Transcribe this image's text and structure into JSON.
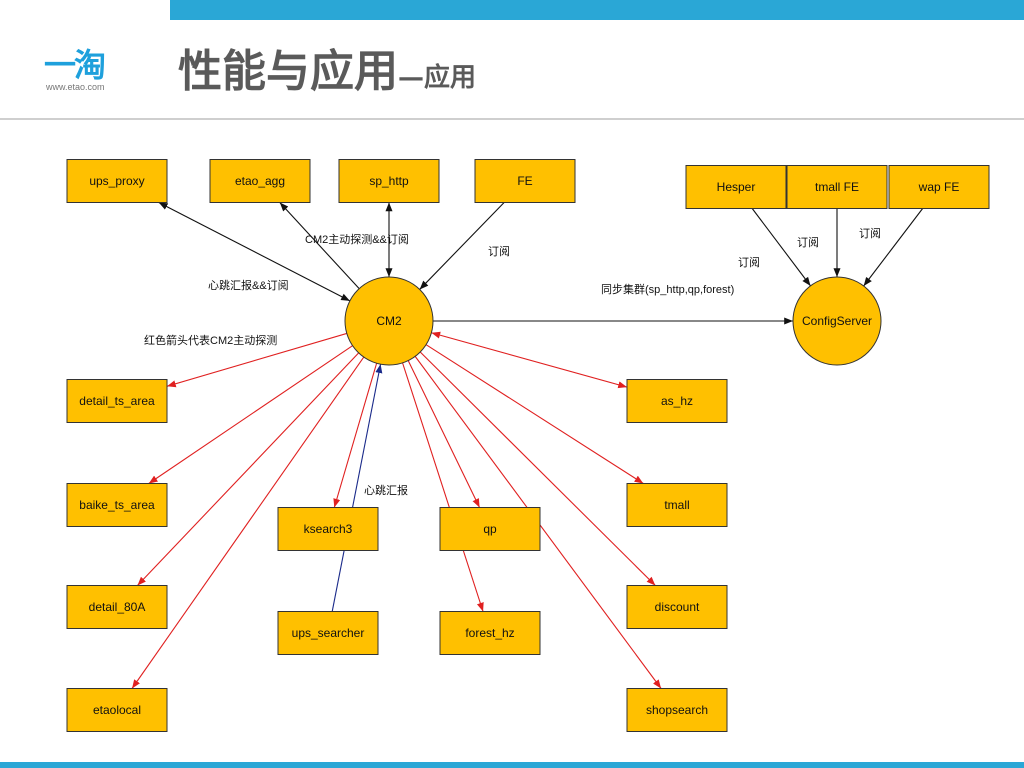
{
  "header": {
    "logo_text": "一淘",
    "logo_url": "www.etao.com",
    "title": "性能与应用",
    "subtitle": "—应用"
  },
  "colors": {
    "accent": "#2aa7d6",
    "node_fill": "#ffc000",
    "red_arrow": "#e02020",
    "blue_arrow": "#1a2a8a"
  },
  "nodes": [
    {
      "id": "ups_proxy",
      "label": "ups_proxy",
      "shape": "box"
    },
    {
      "id": "etao_agg",
      "label": "etao_agg",
      "shape": "box"
    },
    {
      "id": "sp_http",
      "label": "sp_http",
      "shape": "box"
    },
    {
      "id": "fe",
      "label": "FE",
      "shape": "box"
    },
    {
      "id": "hesper",
      "label": "Hesper",
      "shape": "box"
    },
    {
      "id": "tmall_fe",
      "label": "tmall FE",
      "shape": "box"
    },
    {
      "id": "wap_fe",
      "label": "wap FE",
      "shape": "box"
    },
    {
      "id": "cm2",
      "label": "CM2",
      "shape": "circle"
    },
    {
      "id": "configserver",
      "label": "ConfigServer",
      "shape": "circle"
    },
    {
      "id": "detail_ts_area",
      "label": "detail_ts_area",
      "shape": "box"
    },
    {
      "id": "baike_ts_area",
      "label": "baike_ts_area",
      "shape": "box"
    },
    {
      "id": "detail_80a",
      "label": "detail_80A",
      "shape": "box"
    },
    {
      "id": "etaolocal",
      "label": "etaolocal",
      "shape": "box"
    },
    {
      "id": "ksearch3",
      "label": "ksearch3",
      "shape": "box"
    },
    {
      "id": "ups_searcher",
      "label": "ups_searcher",
      "shape": "box"
    },
    {
      "id": "qp",
      "label": "qp",
      "shape": "box"
    },
    {
      "id": "forest_hz",
      "label": "forest_hz",
      "shape": "box"
    },
    {
      "id": "as_hz",
      "label": "as_hz",
      "shape": "box"
    },
    {
      "id": "tmall",
      "label": "tmall",
      "shape": "box"
    },
    {
      "id": "discount",
      "label": "discount",
      "shape": "box"
    },
    {
      "id": "shopsearch",
      "label": "shopsearch",
      "shape": "box"
    }
  ],
  "edges": [
    {
      "from": "cm2",
      "to": "ups_proxy",
      "color": "black",
      "bidirectional": true
    },
    {
      "from": "cm2",
      "to": "etao_agg",
      "color": "black"
    },
    {
      "from": "cm2",
      "to": "sp_http",
      "color": "black",
      "bidirectional": true
    },
    {
      "from": "fe",
      "to": "cm2",
      "color": "black"
    },
    {
      "from": "cm2",
      "to": "configserver",
      "color": "black"
    },
    {
      "from": "hesper",
      "to": "configserver",
      "color": "black"
    },
    {
      "from": "tmall_fe",
      "to": "configserver",
      "color": "black"
    },
    {
      "from": "wap_fe",
      "to": "configserver",
      "color": "black"
    },
    {
      "from": "cm2",
      "to": "detail_ts_area",
      "color": "red"
    },
    {
      "from": "cm2",
      "to": "baike_ts_area",
      "color": "red"
    },
    {
      "from": "cm2",
      "to": "detail_80a",
      "color": "red"
    },
    {
      "from": "cm2",
      "to": "etaolocal",
      "color": "red"
    },
    {
      "from": "cm2",
      "to": "ksearch3",
      "color": "red"
    },
    {
      "from": "cm2",
      "to": "qp",
      "color": "red"
    },
    {
      "from": "cm2",
      "to": "forest_hz",
      "color": "red"
    },
    {
      "from": "cm2",
      "to": "as_hz",
      "color": "red",
      "bidirectional": true
    },
    {
      "from": "cm2",
      "to": "tmall",
      "color": "red"
    },
    {
      "from": "cm2",
      "to": "discount",
      "color": "red"
    },
    {
      "from": "cm2",
      "to": "shopsearch",
      "color": "red"
    },
    {
      "from": "ups_searcher",
      "to": "cm2",
      "color": "blue"
    }
  ],
  "labels": [
    {
      "id": "cm2_probe_subscribe",
      "text": "CM2主动探测&&订阅"
    },
    {
      "id": "fe_subscribe",
      "text": "订阅"
    },
    {
      "id": "heartbeat_subscribe",
      "text": "心跳汇报&&订阅"
    },
    {
      "id": "sync_cluster",
      "text": "同步集群(sp_http,qp,forest)"
    },
    {
      "id": "hesper_subscribe",
      "text": "订阅"
    },
    {
      "id": "tmallfe_subscribe",
      "text": "订阅"
    },
    {
      "id": "wapfe_subscribe",
      "text": "订阅"
    },
    {
      "id": "red_legend",
      "text": "红色箭头代表CM2主动探测"
    },
    {
      "id": "heartbeat",
      "text": "心跳汇报"
    }
  ]
}
